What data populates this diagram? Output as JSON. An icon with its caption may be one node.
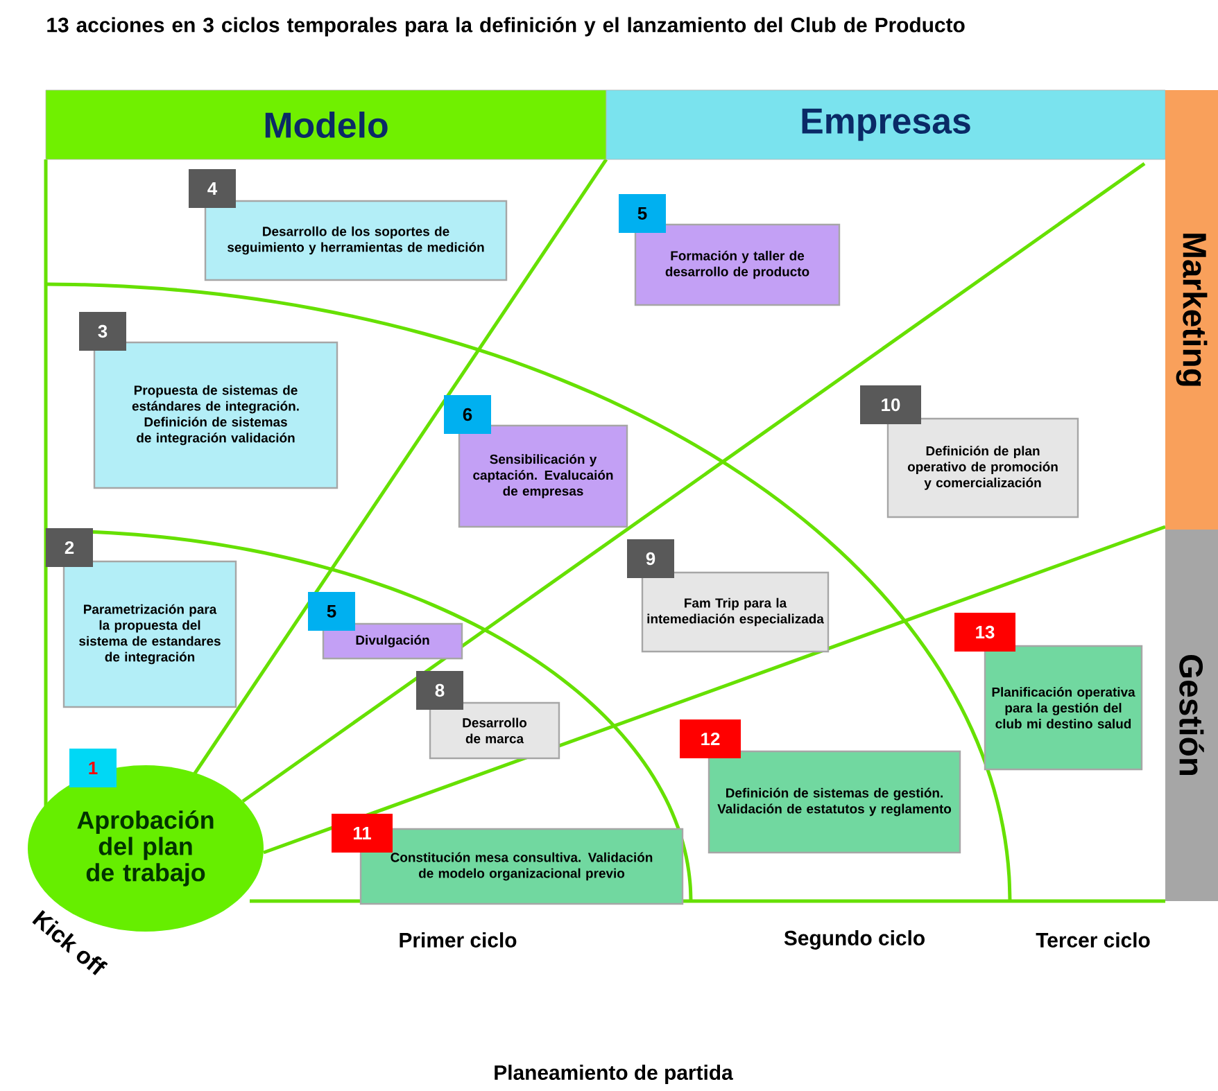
{
  "diagram": {
    "title": "13 acciones en 3 ciclos temporales para la definición y el lanzamiento del Club de Producto",
    "nodes": [
      {
        "text": [
          "Modelo"
        ]
      },
      {
        "text": [
          "Empresas"
        ]
      },
      {
        "text": [
          "Marketing"
        ]
      },
      {
        "text": [
          "Gestión"
        ]
      },
      {
        "text": [
          "4",
          "Desarrollo de los soportes de seguimiento y herramientas de medición"
        ]
      },
      {
        "text": [
          "5",
          "Formación y taller de desarrollo de producto"
        ]
      },
      {
        "text": [
          "3",
          "Propuesta de sistemas de estándares de integración. Definición de sistemas de integración validación"
        ]
      },
      {
        "text": [
          "6",
          "Sensibilicación y captación. Evalucaión de empresas"
        ]
      },
      {
        "text": [
          "10",
          "Definición de plan operativo de promoción y comercialización"
        ]
      },
      {
        "text": [
          "2",
          "Parametrización para la propuesta del sistema de estandares de integración"
        ]
      },
      {
        "text": [
          "9",
          "Fam Trip para la intemediación especializada"
        ]
      },
      {
        "text": [
          "5",
          "Divulgación"
        ]
      },
      {
        "text": [
          "8",
          "Desarrollo de marca"
        ]
      },
      {
        "text": [
          "13",
          "Planificación operativa para la gestión del club mi destino salud"
        ]
      },
      {
        "text": [
          "12",
          "Definición de sistemas de gestión. Validación de estatutos y reglamento"
        ]
      },
      {
        "text": [
          "11",
          "Constitución mesa consultiva. Validación de modelo organizacional previo"
        ]
      },
      {
        "text": [
          "1",
          "Aprobación del plan de trabajo"
        ]
      }
    ],
    "labels": [
      "Kick off",
      "Primer ciclo",
      "Segundo ciclo",
      "Tercer ciclo",
      "Planeamiento de partida"
    ]
  }
}
